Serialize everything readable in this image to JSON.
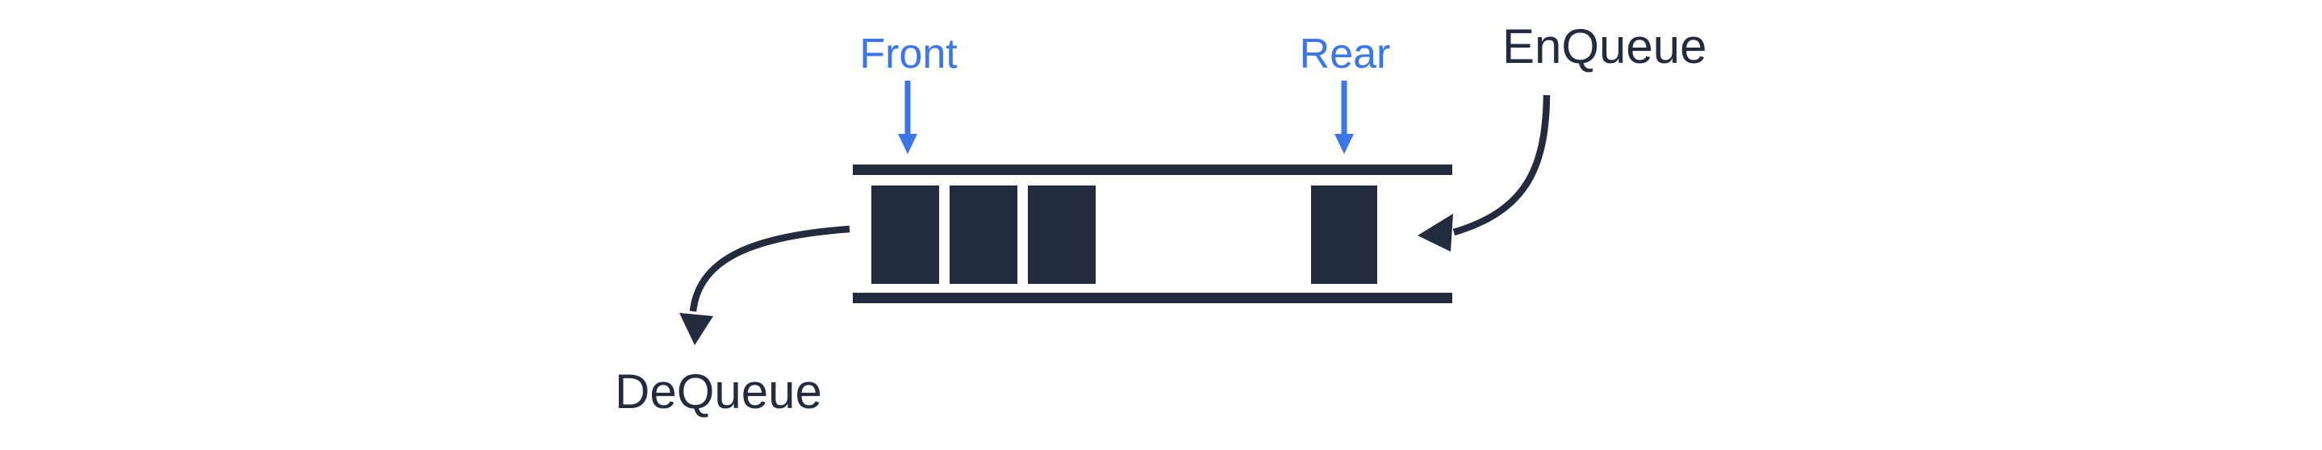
{
  "diagram": {
    "type": "queue-structure",
    "labels": {
      "front": "Front",
      "rear": "Rear",
      "enqueue": "EnQueue",
      "dequeue": "DeQueue"
    },
    "queue": {
      "front_filled_cells": 3,
      "rear_filled_cells": 1,
      "empty_middle_cells": 3
    },
    "colors": {
      "pointer_accent": "#3b76e8",
      "dark_navy": "#232b3e",
      "background": "#ffffff"
    }
  }
}
